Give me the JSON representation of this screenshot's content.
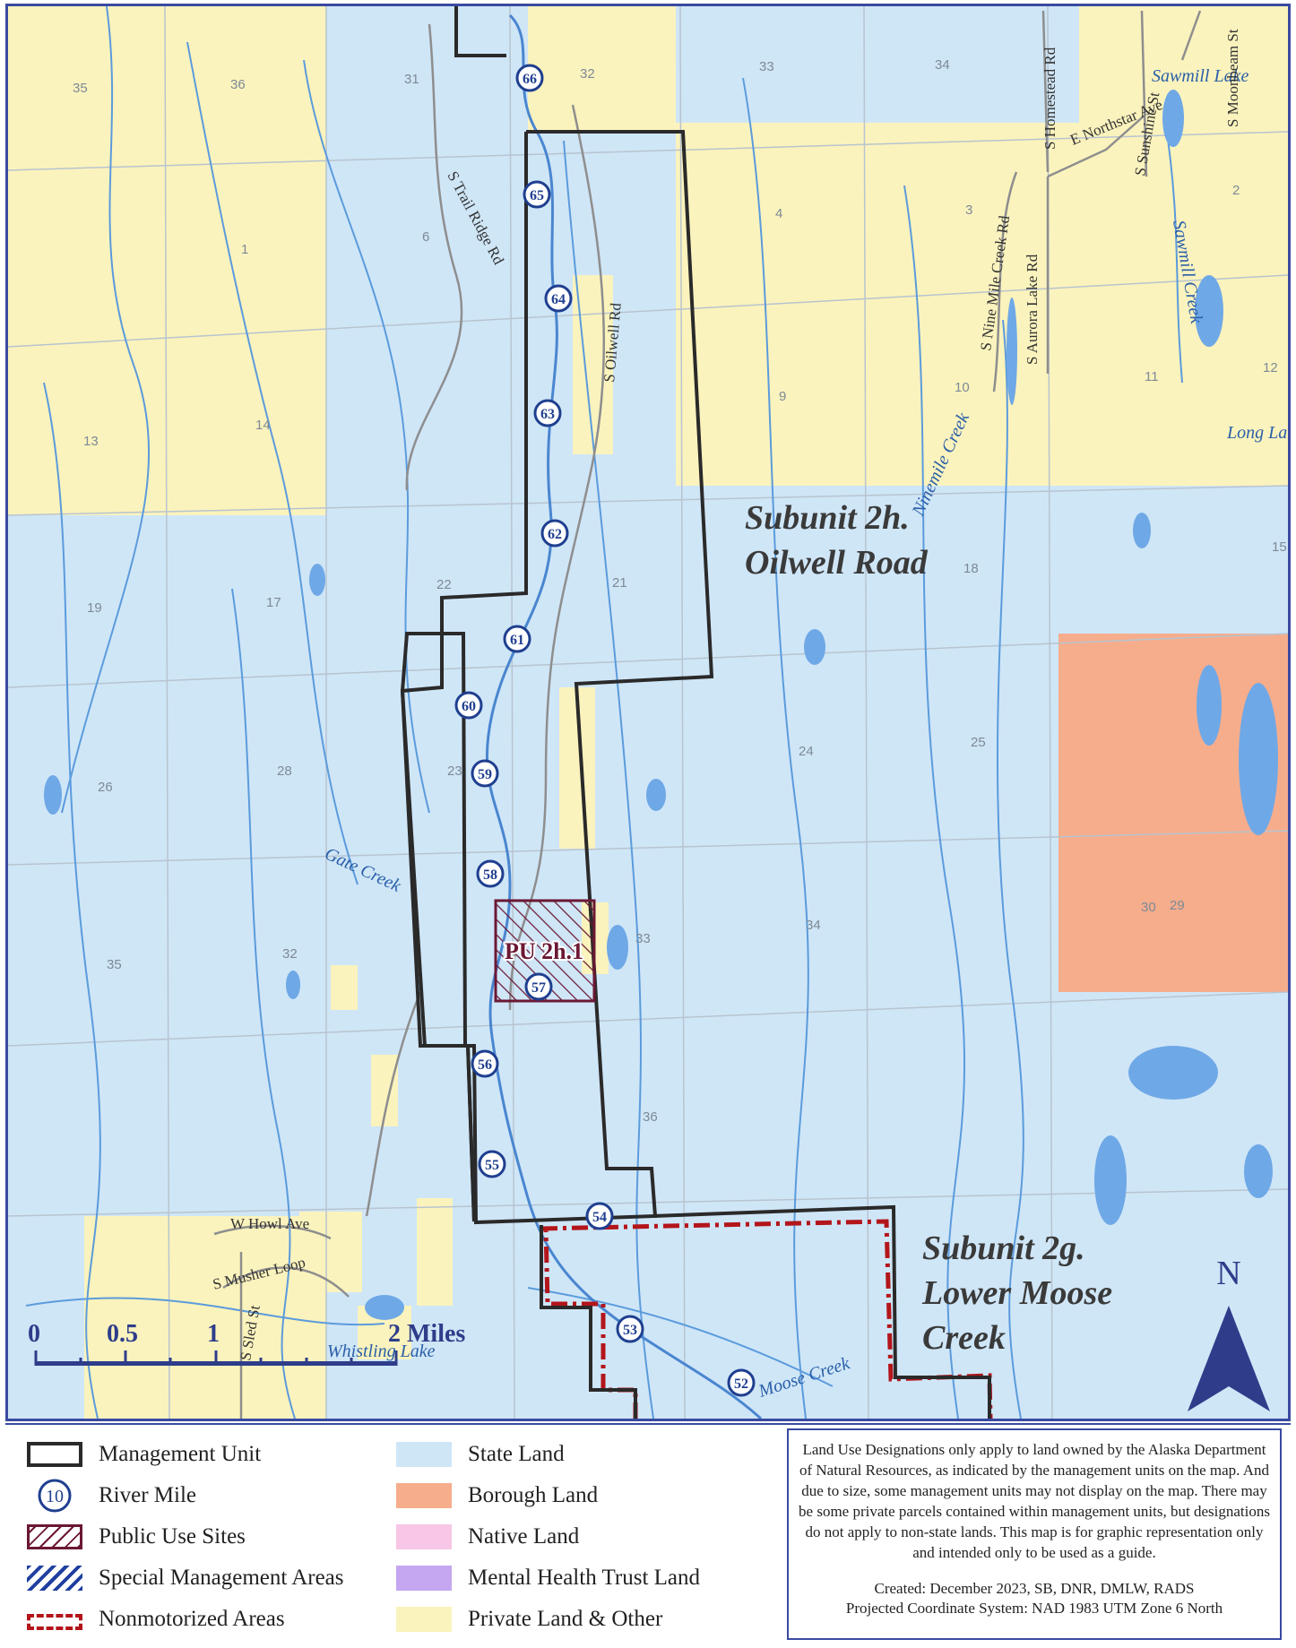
{
  "map": {
    "subunits": [
      {
        "id": "2h",
        "line1": "Subunit 2h.",
        "line2": "Oilwell Road"
      },
      {
        "id": "2g",
        "line1": "Subunit 2g.",
        "line2": "Lower Moose",
        "line3": "Creek"
      }
    ],
    "public_use_site": "PU 2h.1",
    "river_miles": [
      "66",
      "65",
      "64",
      "63",
      "62",
      "61",
      "60",
      "59",
      "58",
      "57",
      "56",
      "55",
      "54",
      "53",
      "52"
    ],
    "roads": [
      "S Trail Ridge Rd",
      "S Oilwell Rd",
      "W Howl Ave",
      "S Musher Loop",
      "S Sled St",
      "S Nine Mile Creek Rd",
      "S Aurora Lake Rd",
      "S Homestead Rd",
      "E Northstar Ave",
      "S Sunshine St",
      "S Moonbeam St"
    ],
    "water": [
      "Sawmill Lake",
      "Sawmill Creek",
      "Long Lake",
      "Ninemile Creek",
      "Gate Creek",
      "Whistling Lake",
      "Moose Creek"
    ],
    "sections": [
      "35",
      "36",
      "31",
      "32",
      "33",
      "34",
      "1",
      "2",
      "3",
      "4",
      "6",
      "9",
      "10",
      "11",
      "12",
      "13",
      "14",
      "15",
      "17",
      "18",
      "19",
      "21",
      "22",
      "23",
      "24",
      "25",
      "26",
      "28",
      "29",
      "30",
      "32",
      "33",
      "34",
      "35",
      "36"
    ],
    "scale": {
      "ticks": [
        "0",
        "0.5",
        "1",
        "2 Miles"
      ]
    },
    "north_label": "N",
    "colors": {
      "state": "#cfe6f7",
      "borough": "#f6ad8c",
      "native": "#f8c6e6",
      "mental_health": "#c5a6f0",
      "private": "#fbf3bd",
      "management_unit": "#2a2a2a",
      "nonmotorized": "#b3151a",
      "public_use": "#6b1834",
      "river_mile": "#1f3f8f",
      "water": "#6fa8e6"
    }
  },
  "legend": {
    "items": [
      {
        "key": "management_unit",
        "label": "Management Unit"
      },
      {
        "key": "river_mile",
        "label": "River Mile",
        "symbol_text": "10"
      },
      {
        "key": "public_use",
        "label": "Public Use Sites"
      },
      {
        "key": "special_management",
        "label": "Special Management Areas"
      },
      {
        "key": "nonmotorized",
        "label": "Nonmotorized Areas"
      },
      {
        "key": "state",
        "label": "State Land"
      },
      {
        "key": "borough",
        "label": "Borough Land"
      },
      {
        "key": "native",
        "label": "Native Land"
      },
      {
        "key": "mental_health",
        "label": "Mental Health Trust Land"
      },
      {
        "key": "private",
        "label": "Private Land & Other"
      }
    ],
    "note": "Land Use Designations only apply to land owned by the Alaska Department of Natural Resources, as indicated by the management units on the map. And due to size, some management units may not display on the map. There may be some private parcels contained within management units, but designations do not apply to non-state lands. This map is for graphic representation only and intended only to be used as a guide.",
    "created": "Created: December 2023, SB, DNR, DMLW, RADS",
    "projection": "Projected Coordinate System: NAD 1983 UTM Zone 6 North"
  }
}
